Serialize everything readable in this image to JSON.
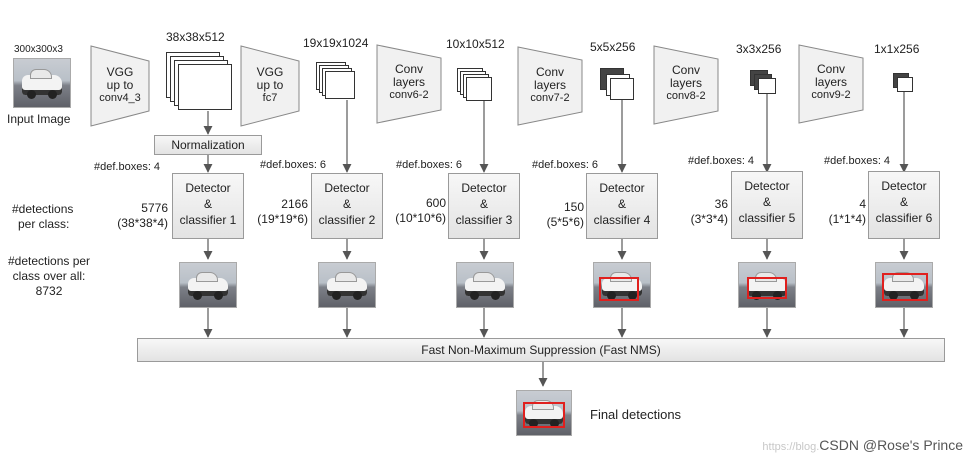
{
  "input": {
    "size_label": "300x300x3",
    "caption": "Input Image"
  },
  "blocks": [
    {
      "id": "vgg4",
      "line1": "VGG",
      "line2": "up to",
      "line3": "conv4_3"
    },
    {
      "id": "vgg7",
      "line1": "VGG",
      "line2": "up to",
      "line3": "fc7"
    },
    {
      "id": "conv6",
      "line1": "Conv",
      "line2": "layers",
      "line3": "conv6-2"
    },
    {
      "id": "conv7",
      "line1": "Conv",
      "line2": "layers",
      "line3": "conv7-2"
    },
    {
      "id": "conv8",
      "line1": "Conv",
      "line2": "layers",
      "line3": "conv8-2"
    },
    {
      "id": "conv9",
      "line1": "Conv",
      "line2": "layers",
      "line3": "conv9-2"
    }
  ],
  "feature_maps": [
    "38x38x512",
    "19x19x1024",
    "10x10x512",
    "5x5x256",
    "3x3x256",
    "1x1x256"
  ],
  "normalization_label": "Normalization",
  "def_boxes": [
    "#def.boxes: 4",
    "#def.boxes: 6",
    "#def.boxes: 6",
    "#def.boxes: 6",
    "#def.boxes: 4",
    "#def.boxes: 4"
  ],
  "detectors": [
    {
      "line1": "Detector",
      "line2": "&",
      "line3": "classifier 1",
      "count": "5776",
      "formula": "(38*38*4)"
    },
    {
      "line1": "Detector",
      "line2": "&",
      "line3": "classifier 2",
      "count": "2166",
      "formula": "(19*19*6)"
    },
    {
      "line1": "Detector",
      "line2": "&",
      "line3": "classifier 3",
      "count": "600",
      "formula": "(10*10*6)"
    },
    {
      "line1": "Detector",
      "line2": "&",
      "line3": "classifier 4",
      "count": "150",
      "formula": "(5*5*6)"
    },
    {
      "line1": "Detector",
      "line2": "&",
      "line3": "classifier 5",
      "count": "36",
      "formula": "(3*3*4)"
    },
    {
      "line1": "Detector",
      "line2": "&",
      "line3": "classifier 6",
      "count": "4",
      "formula": "(1*1*4)"
    }
  ],
  "left_labels": {
    "per_class_1": "#detections",
    "per_class_2": "per class:",
    "overall_1": "#detections per",
    "overall_2": "class over all:",
    "overall_3": "8732"
  },
  "nms_label": "Fast Non-Maximum  Suppression (Fast NMS)",
  "final_label": "Final detections",
  "watermark": {
    "prefix": "https://blog.",
    "text": "CSDN @Rose's Prince"
  }
}
